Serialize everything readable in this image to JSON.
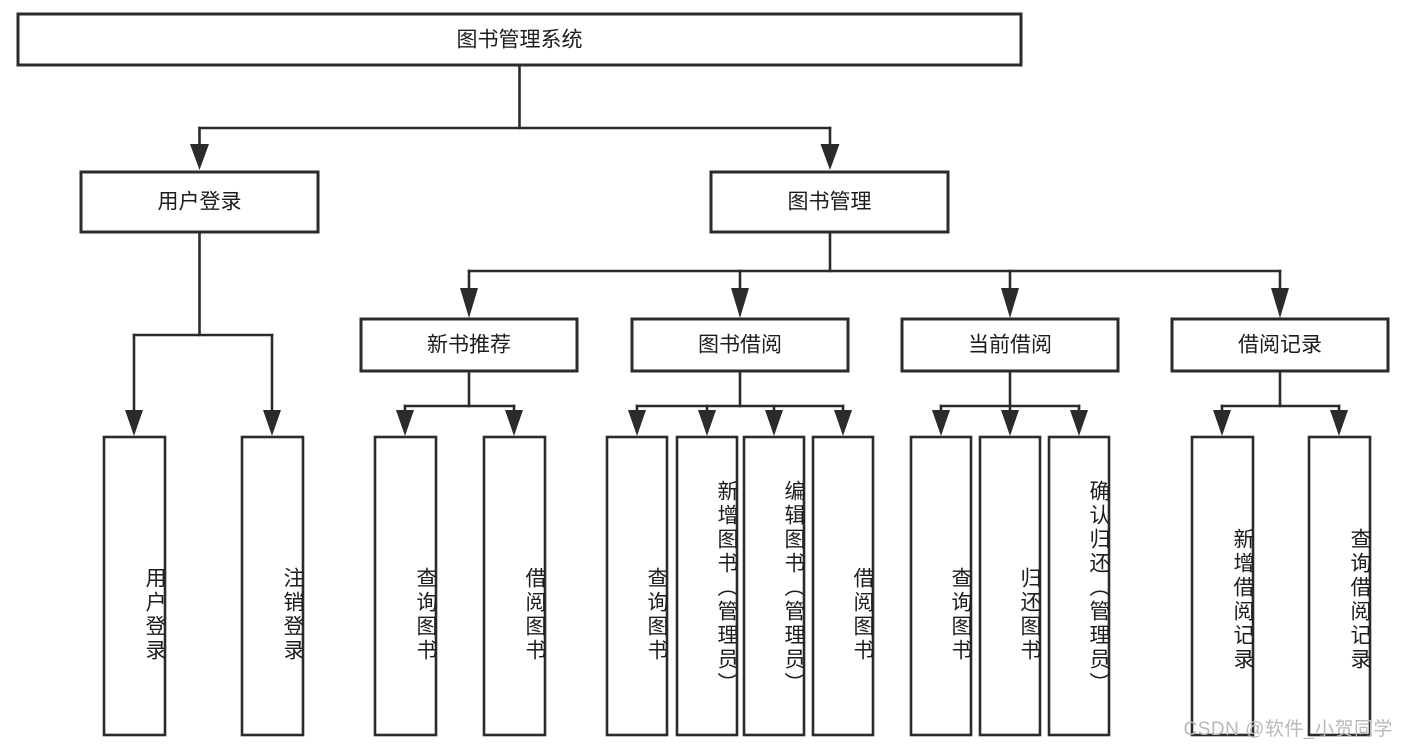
{
  "diagram": {
    "title": "图书管理系统",
    "watermark": "CSDN @软件_小贺同学",
    "colors": {
      "stroke": "#2b2b2b",
      "fill": "#ffffff",
      "text": "#1d1d1d",
      "watermark": "#b9b9b9"
    },
    "root": {
      "label": "图书管理系统"
    },
    "level1": [
      {
        "label": "用户登录"
      },
      {
        "label": "图书管理"
      }
    ],
    "level2": [
      {
        "label": "新书推荐"
      },
      {
        "label": "图书借阅"
      },
      {
        "label": "当前借阅"
      },
      {
        "label": "借阅记录"
      }
    ],
    "leaves": {
      "user_login": [
        {
          "label": "用户登录"
        },
        {
          "label": "注销登录"
        }
      ],
      "new_book": [
        {
          "label": "查询图书"
        },
        {
          "label": "借阅图书"
        }
      ],
      "book_borrow": [
        {
          "label": "查询图书"
        },
        {
          "label": "新增图书（管理员）"
        },
        {
          "label": "编辑图书（管理员）"
        },
        {
          "label": "借阅图书"
        }
      ],
      "current_borrow": [
        {
          "label": "查询图书"
        },
        {
          "label": "归还图书"
        },
        {
          "label": "确认归还（管理员）"
        }
      ],
      "borrow_record": [
        {
          "label": "新增借阅记录"
        },
        {
          "label": "查询借阅记录"
        }
      ]
    }
  }
}
